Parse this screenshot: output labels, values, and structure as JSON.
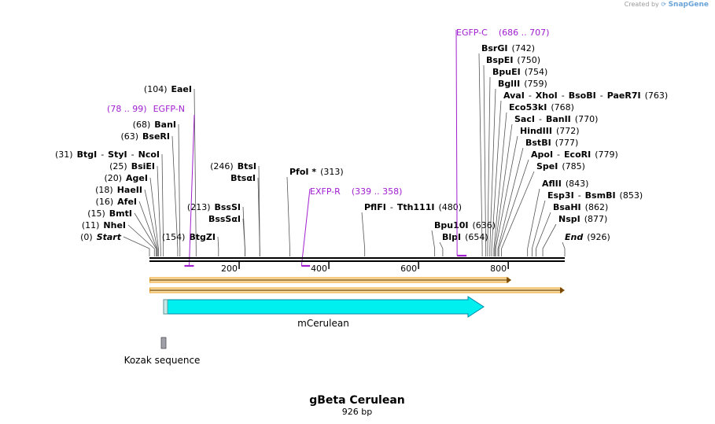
{
  "brand": {
    "created_by": "Created by",
    "product": "SnapGene"
  },
  "title": "gBeta Cerulean",
  "length_label": "926 bp",
  "colors": {
    "primer": "#a020d0",
    "feature_fill": "#00f0f0",
    "feature_stroke": "#0088aa",
    "orf": "#f0a020",
    "backbone": "#000000"
  },
  "ruler": [
    {
      "pos": 200,
      "label": "200"
    },
    {
      "pos": 400,
      "label": "400"
    },
    {
      "pos": 600,
      "label": "600"
    },
    {
      "pos": 800,
      "label": "800"
    }
  ],
  "sites": [
    {
      "pos": 0,
      "side": "right",
      "parts": [
        {
          "t": "(0)",
          "c": "num"
        },
        {
          "t": "Start",
          "c": "ital"
        }
      ]
    },
    {
      "pos": 11,
      "side": "right",
      "parts": [
        {
          "t": "(11)",
          "c": "num"
        },
        {
          "t": "NheI",
          "c": "name"
        }
      ]
    },
    {
      "pos": 15,
      "side": "right",
      "parts": [
        {
          "t": "(15)",
          "c": "num"
        },
        {
          "t": "BmtI",
          "c": "name"
        }
      ]
    },
    {
      "pos": 16,
      "side": "right",
      "parts": [
        {
          "t": "(16)",
          "c": "num"
        },
        {
          "t": "AfeI",
          "c": "name"
        }
      ]
    },
    {
      "pos": 18,
      "side": "right",
      "parts": [
        {
          "t": "(18)",
          "c": "num"
        },
        {
          "t": "HaeII",
          "c": "name"
        }
      ]
    },
    {
      "pos": 20,
      "side": "right",
      "parts": [
        {
          "t": "(20)",
          "c": "num"
        },
        {
          "t": "AgeI",
          "c": "name"
        }
      ]
    },
    {
      "pos": 25,
      "side": "right",
      "parts": [
        {
          "t": "(25)",
          "c": "num"
        },
        {
          "t": "BsiEI",
          "c": "name"
        }
      ]
    },
    {
      "pos": 31,
      "side": "right",
      "parts": [
        {
          "t": "(31)",
          "c": "num"
        },
        {
          "t": "BtgI",
          "c": "name"
        },
        {
          "t": "-",
          "c": "num"
        },
        {
          "t": "StyI",
          "c": "name"
        },
        {
          "t": "-",
          "c": "num"
        },
        {
          "t": "NcoI",
          "c": "name"
        }
      ]
    },
    {
      "pos": 63,
      "side": "right",
      "parts": [
        {
          "t": "(63)",
          "c": "num"
        },
        {
          "t": "BseRI",
          "c": "name"
        }
      ]
    },
    {
      "pos": 68,
      "side": "right",
      "parts": [
        {
          "t": "(68)",
          "c": "num"
        },
        {
          "t": "BanI",
          "c": "name"
        }
      ]
    },
    {
      "pos": 104,
      "side": "right",
      "parts": [
        {
          "t": "(104)",
          "c": "num"
        },
        {
          "t": "EaeI",
          "c": "name"
        }
      ]
    },
    {
      "pos": 154,
      "side": "right",
      "parts": [
        {
          "t": "(154)",
          "c": "num"
        },
        {
          "t": "BtgZI",
          "c": "name"
        }
      ]
    },
    {
      "pos": 213,
      "side": "right",
      "parts": [
        {
          "t": "(213)",
          "c": "num"
        },
        {
          "t": "BssSI",
          "c": "name"
        }
      ]
    },
    {
      "pos": 213,
      "side": "right",
      "parts": [
        {
          "t": "BssSαI",
          "c": "name"
        }
      ]
    },
    {
      "pos": 246,
      "side": "right",
      "parts": [
        {
          "t": "(246)",
          "c": "num"
        },
        {
          "t": "BtsI",
          "c": "name"
        }
      ]
    },
    {
      "pos": 246,
      "side": "right",
      "parts": [
        {
          "t": "BtsαI",
          "c": "name"
        }
      ]
    },
    {
      "pos": 313,
      "side": "left",
      "parts": [
        {
          "t": "PfoI *",
          "c": "name"
        },
        {
          "t": "(313)",
          "c": "num"
        }
      ]
    },
    {
      "pos": 480,
      "side": "left",
      "parts": [
        {
          "t": "PflFI",
          "c": "name"
        },
        {
          "t": "-",
          "c": "num"
        },
        {
          "t": "Tth111I",
          "c": "name"
        },
        {
          "t": "(480)",
          "c": "num"
        }
      ]
    },
    {
      "pos": 636,
      "side": "left",
      "parts": [
        {
          "t": "Bpu10I",
          "c": "name"
        },
        {
          "t": "(636)",
          "c": "num"
        }
      ]
    },
    {
      "pos": 654,
      "side": "left",
      "parts": [
        {
          "t": "BlpI",
          "c": "name"
        },
        {
          "t": "(654)",
          "c": "num"
        }
      ]
    },
    {
      "pos": 742,
      "side": "left",
      "parts": [
        {
          "t": "BsrGI",
          "c": "name"
        },
        {
          "t": "(742)",
          "c": "num"
        }
      ]
    },
    {
      "pos": 750,
      "side": "left",
      "parts": [
        {
          "t": "BspEI",
          "c": "name"
        },
        {
          "t": "(750)",
          "c": "num"
        }
      ]
    },
    {
      "pos": 754,
      "side": "left",
      "parts": [
        {
          "t": "BpuEI",
          "c": "name"
        },
        {
          "t": "(754)",
          "c": "num"
        }
      ]
    },
    {
      "pos": 759,
      "side": "left",
      "parts": [
        {
          "t": "BglII",
          "c": "name"
        },
        {
          "t": "(759)",
          "c": "num"
        }
      ]
    },
    {
      "pos": 763,
      "side": "left",
      "parts": [
        {
          "t": "AvaI",
          "c": "name"
        },
        {
          "t": "-",
          "c": "num"
        },
        {
          "t": "XhoI",
          "c": "name"
        },
        {
          "t": "-",
          "c": "num"
        },
        {
          "t": "BsoBI",
          "c": "name"
        },
        {
          "t": "-",
          "c": "num"
        },
        {
          "t": "PaeR7I",
          "c": "name"
        },
        {
          "t": "(763)",
          "c": "num"
        }
      ]
    },
    {
      "pos": 768,
      "side": "left",
      "parts": [
        {
          "t": "Eco53kI",
          "c": "name"
        },
        {
          "t": "(768)",
          "c": "num"
        }
      ]
    },
    {
      "pos": 770,
      "side": "left",
      "parts": [
        {
          "t": "SacI",
          "c": "name"
        },
        {
          "t": "-",
          "c": "num"
        },
        {
          "t": "BanII",
          "c": "name"
        },
        {
          "t": "(770)",
          "c": "num"
        }
      ]
    },
    {
      "pos": 772,
      "side": "left",
      "parts": [
        {
          "t": "HindIII",
          "c": "name"
        },
        {
          "t": "(772)",
          "c": "num"
        }
      ]
    },
    {
      "pos": 777,
      "side": "left",
      "parts": [
        {
          "t": "BstBI",
          "c": "name"
        },
        {
          "t": "(777)",
          "c": "num"
        }
      ]
    },
    {
      "pos": 779,
      "side": "left",
      "parts": [
        {
          "t": "ApoI",
          "c": "name"
        },
        {
          "t": "-",
          "c": "num"
        },
        {
          "t": "EcoRI",
          "c": "name"
        },
        {
          "t": "(779)",
          "c": "num"
        }
      ]
    },
    {
      "pos": 785,
      "side": "left",
      "parts": [
        {
          "t": "SpeI",
          "c": "name"
        },
        {
          "t": "(785)",
          "c": "num"
        }
      ]
    },
    {
      "pos": 843,
      "side": "left",
      "parts": [
        {
          "t": "AflII",
          "c": "name"
        },
        {
          "t": "(843)",
          "c": "num"
        }
      ]
    },
    {
      "pos": 853,
      "side": "left",
      "parts": [
        {
          "t": "Esp3I",
          "c": "name"
        },
        {
          "t": "-",
          "c": "num"
        },
        {
          "t": "BsmBI",
          "c": "name"
        },
        {
          "t": "(853)",
          "c": "num"
        }
      ]
    },
    {
      "pos": 862,
      "side": "left",
      "parts": [
        {
          "t": "BsaHI",
          "c": "name"
        },
        {
          "t": "(862)",
          "c": "num"
        }
      ]
    },
    {
      "pos": 877,
      "side": "left",
      "parts": [
        {
          "t": "NspI",
          "c": "name"
        },
        {
          "t": "(877)",
          "c": "num"
        }
      ]
    },
    {
      "pos": 926,
      "side": "left",
      "parts": [
        {
          "t": "End",
          "c": "ital"
        },
        {
          "t": "(926)",
          "c": "num"
        }
      ]
    }
  ],
  "primers": [
    {
      "name": "EGFP-N",
      "range": "(78 .. 99)",
      "start": 78,
      "end": 99,
      "side": "right"
    },
    {
      "name": "EXFP-R",
      "range": "(339 .. 358)",
      "start": 339,
      "end": 358,
      "side": "left"
    },
    {
      "name": "EGFP-C",
      "range": "(686 .. 707)",
      "start": 686,
      "end": 707,
      "side": "left"
    }
  ],
  "orfs": [
    {
      "start": 1,
      "end": 807
    },
    {
      "start": 1,
      "end": 926
    }
  ],
  "features": [
    {
      "name": "mCerulean",
      "start": 33,
      "end": 752
    },
    {
      "name": "Kozak sequence",
      "start": 27,
      "end": 36
    }
  ]
}
